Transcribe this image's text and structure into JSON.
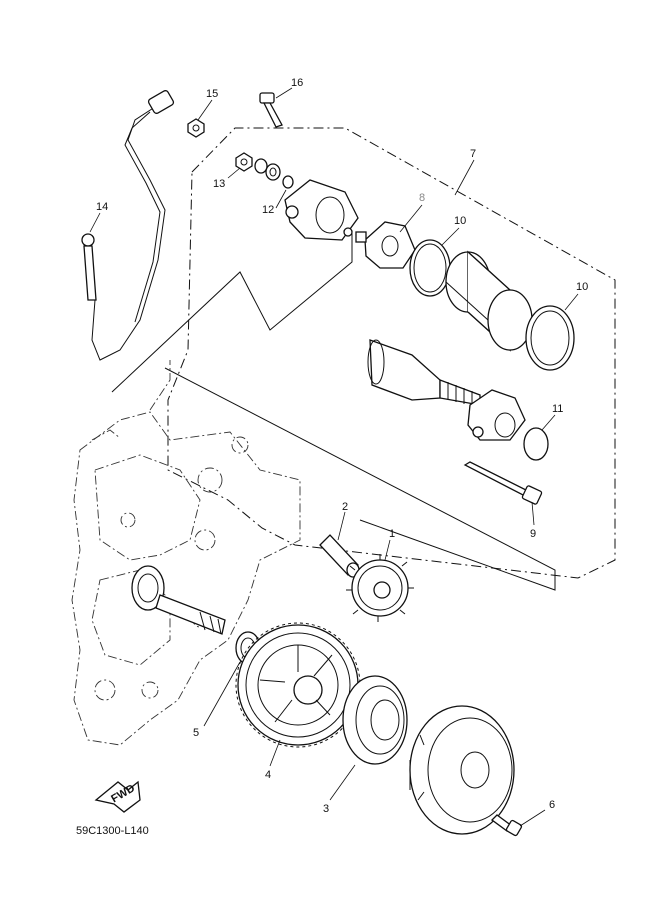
{
  "diagram_code": "59C1300-L140",
  "fwd_label": "FWD",
  "callouts": {
    "p1": "1",
    "p2": "2",
    "p3": "3",
    "p4": "4",
    "p5": "5",
    "p6": "6",
    "p7": "7",
    "p8": "8",
    "p9": "9",
    "p10a": "10",
    "p10b": "10",
    "p11": "11",
    "p12": "12",
    "p13": "13",
    "p14": "14",
    "p15": "15",
    "p16": "16"
  },
  "colors": {
    "line": "#111111",
    "muted_label": "#888888",
    "background": "#ffffff"
  }
}
